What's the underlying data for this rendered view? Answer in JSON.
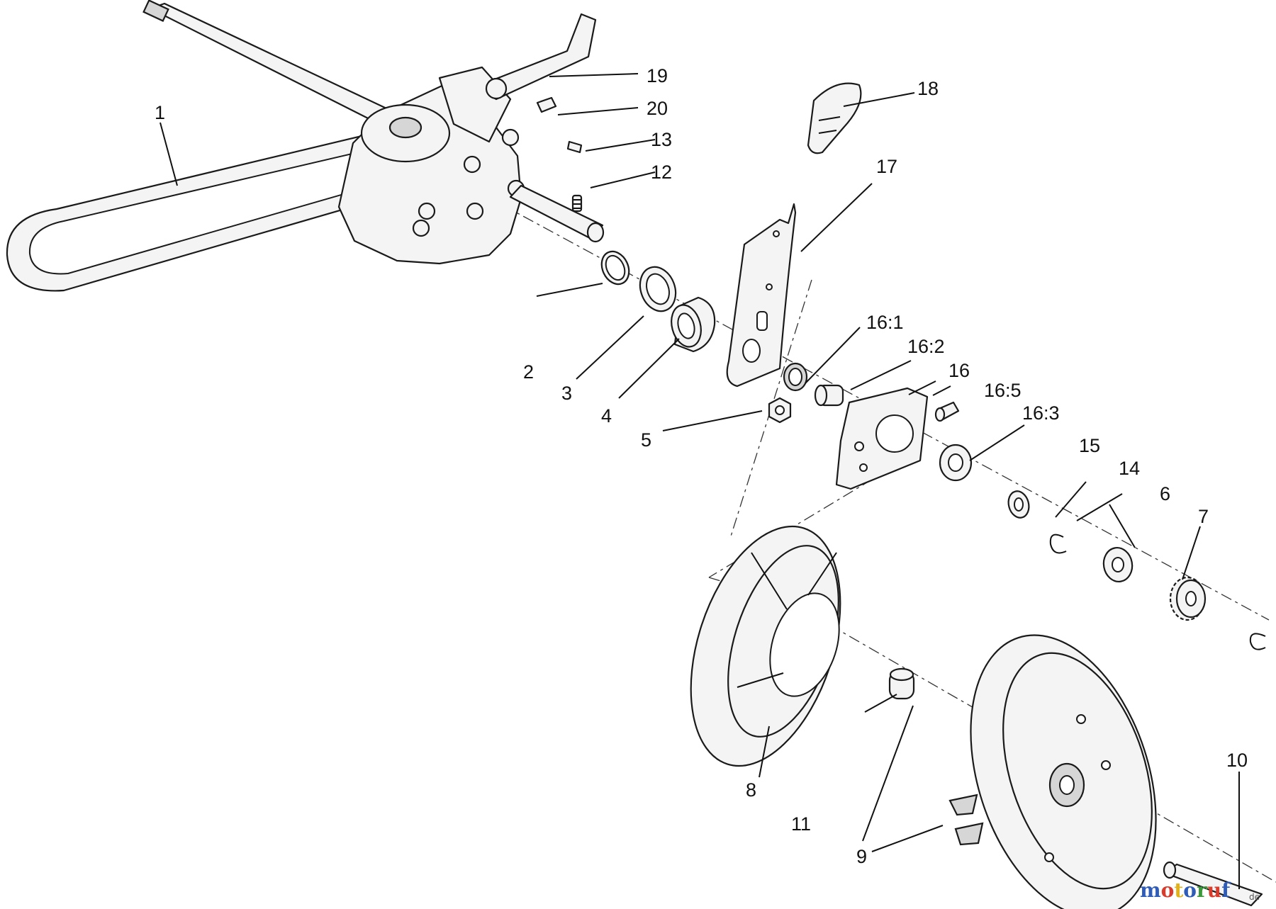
{
  "callouts": {
    "c1": "1",
    "c2": "2",
    "c3": "3",
    "c4": "4",
    "c5": "5",
    "c6": "6",
    "c7": "7",
    "c8": "8",
    "c9": "9",
    "c10": "10",
    "c11": "11",
    "c12": "12",
    "c13": "13",
    "c14": "14",
    "c15": "15",
    "c16": "16",
    "c16_1": "16:1",
    "c16_2": "16:2",
    "c16_3": "16:3",
    "c16_5": "16:5",
    "c17": "17",
    "c18": "18",
    "c19": "19",
    "c20": "20"
  },
  "watermark": {
    "text": "motoruf",
    "suffix": "de",
    "colors": [
      "#2e5cb8",
      "#d73c2c",
      "#e2b21c",
      "#2e5cb8",
      "#3a9a3a",
      "#d73c2c",
      "#2e5cb8"
    ]
  }
}
